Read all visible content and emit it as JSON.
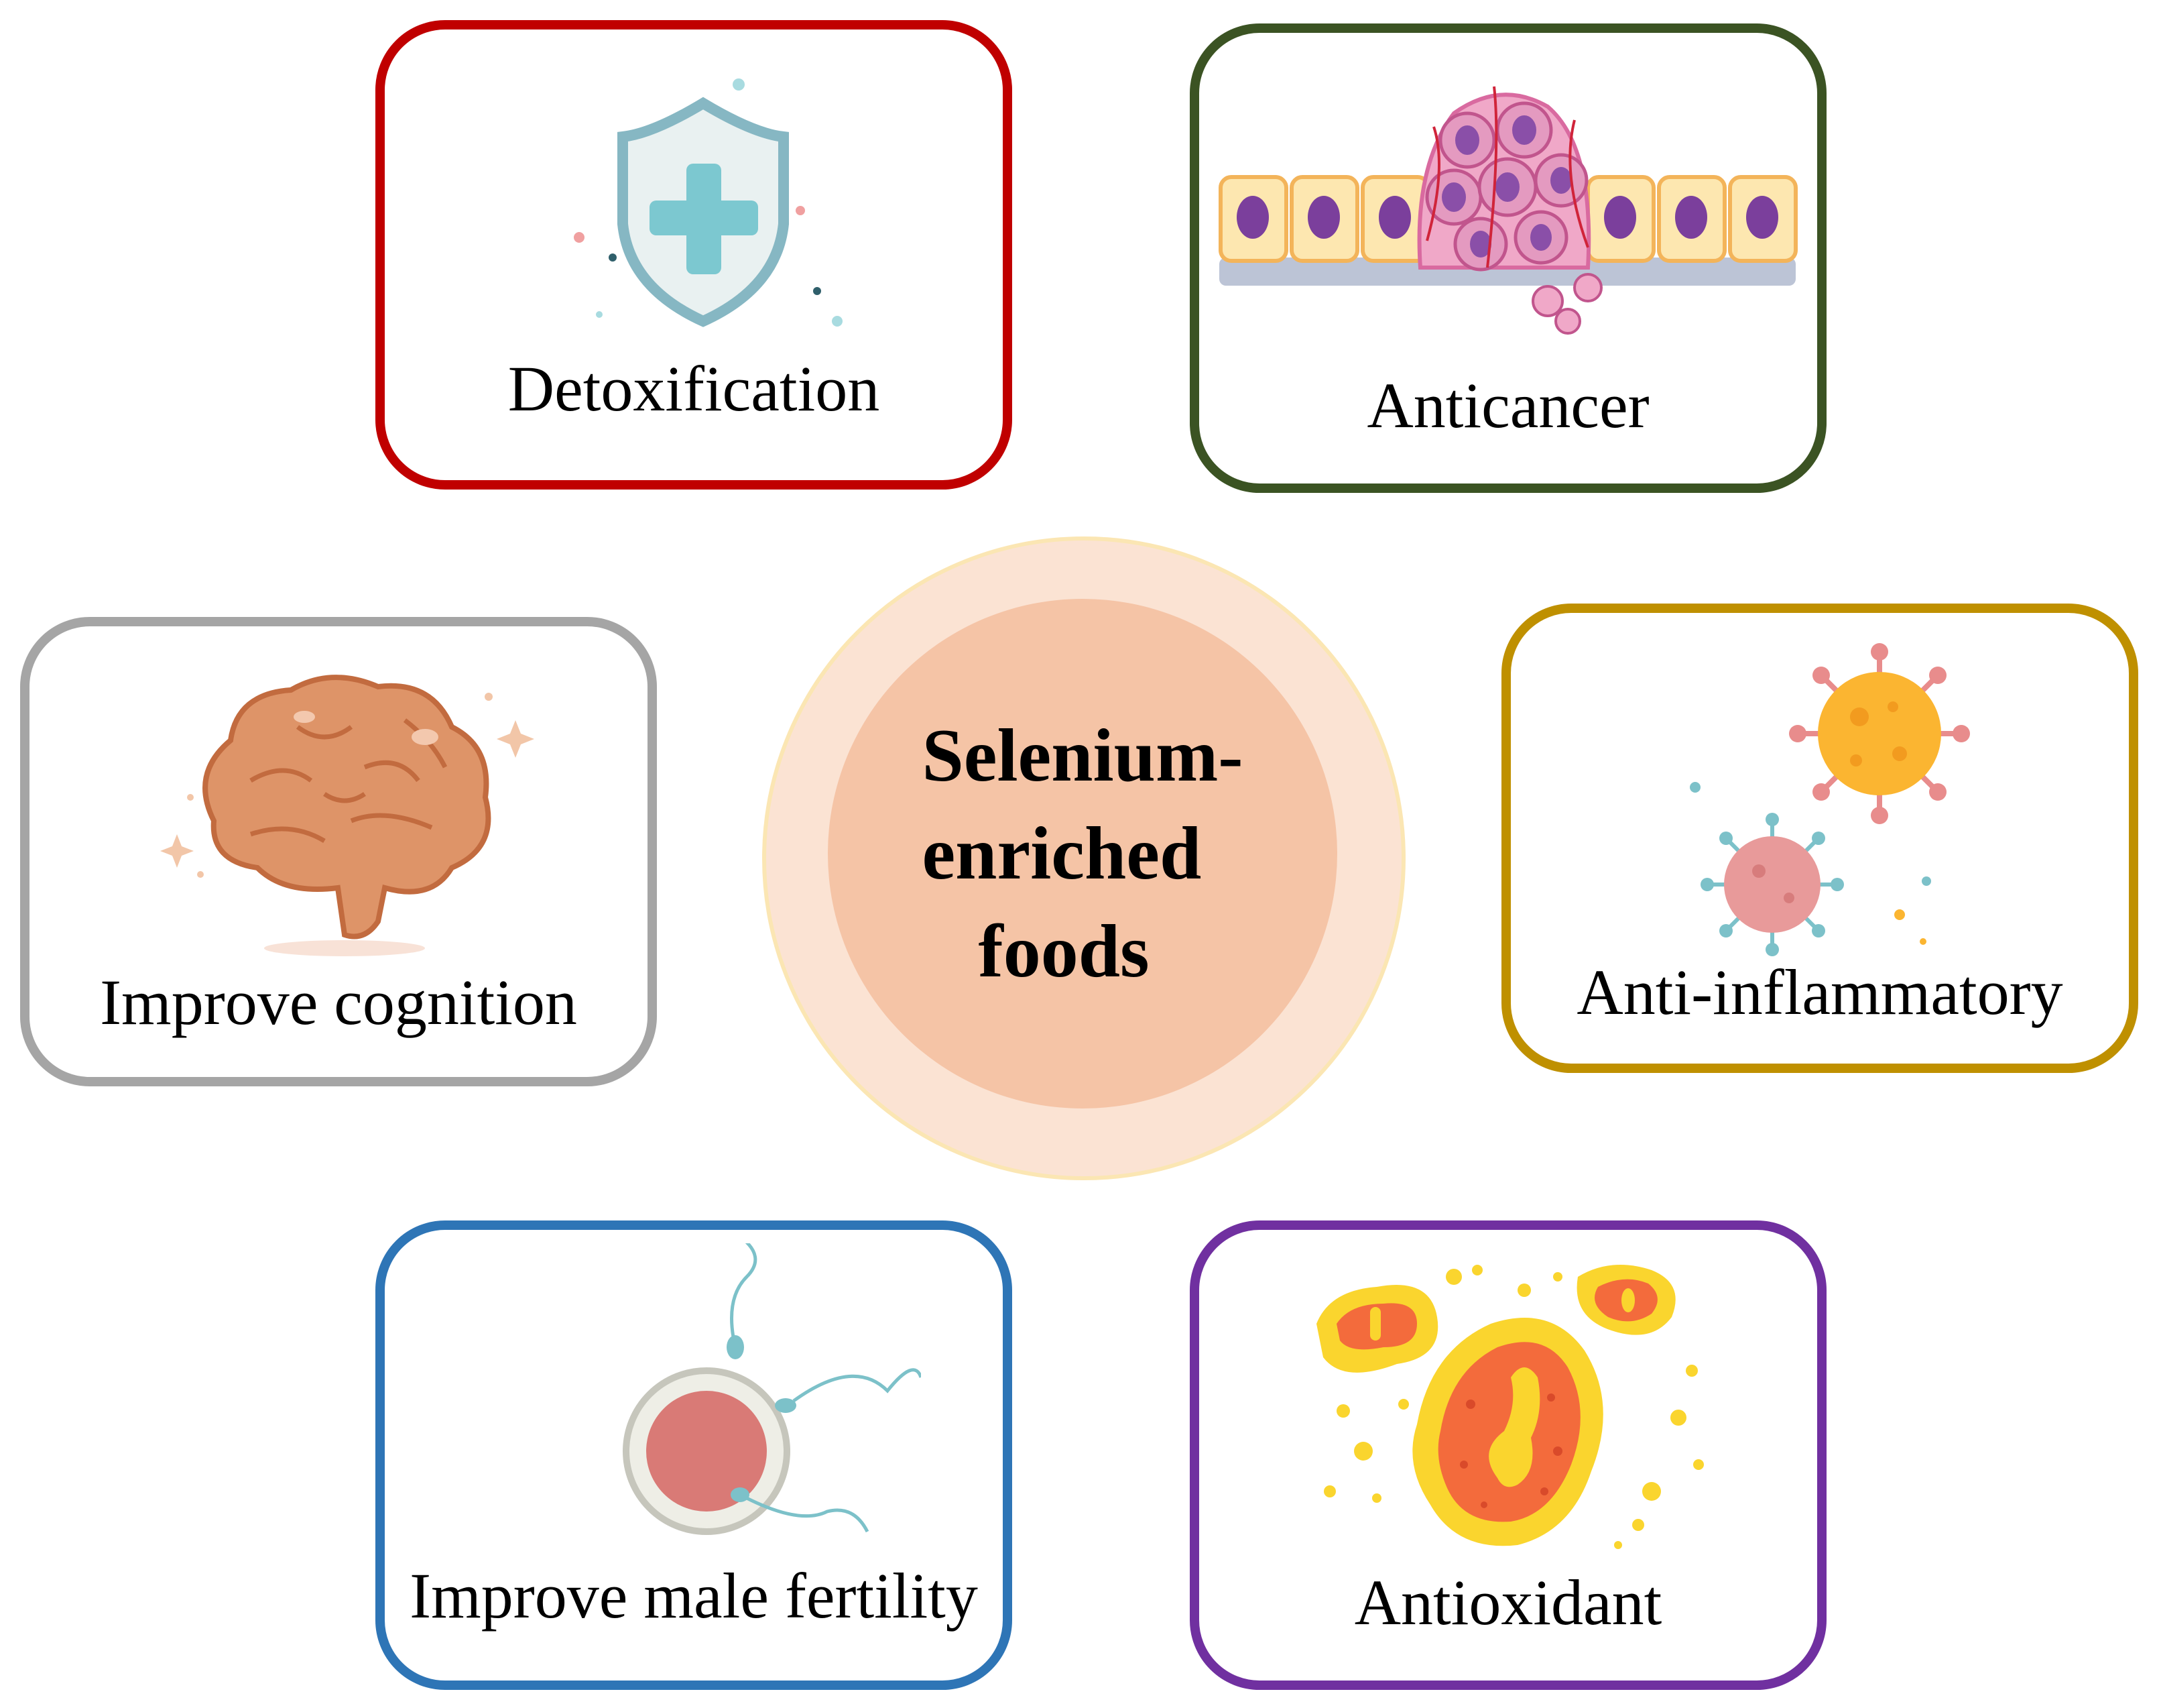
{
  "center": {
    "title": "Selenium-\nenriched\n   foods",
    "outer_color": "#fbe3d3",
    "inner_color": "#f5c4a6"
  },
  "benefits": [
    {
      "id": "detox",
      "label": "Detoxification",
      "border_color": "#c00000",
      "icon": "shield-cross-icon"
    },
    {
      "id": "anticancer",
      "label": "Anticancer",
      "border_color": "#3b5323",
      "icon": "tumor-cells-icon"
    },
    {
      "id": "cognition",
      "label": "Improve cognition",
      "border_color": "#a5a5a5",
      "icon": "brain-icon"
    },
    {
      "id": "antiinflam",
      "label": "Anti-inflammatory",
      "border_color": "#bf9000",
      "icon": "virus-icon"
    },
    {
      "id": "fertility",
      "label": "Improve male fertility",
      "border_color": "#2e75b6",
      "icon": "sperm-egg-icon"
    },
    {
      "id": "antioxidant",
      "label": "Antioxidant",
      "border_color": "#7030a0",
      "icon": "oxidized-cells-icon"
    }
  ]
}
